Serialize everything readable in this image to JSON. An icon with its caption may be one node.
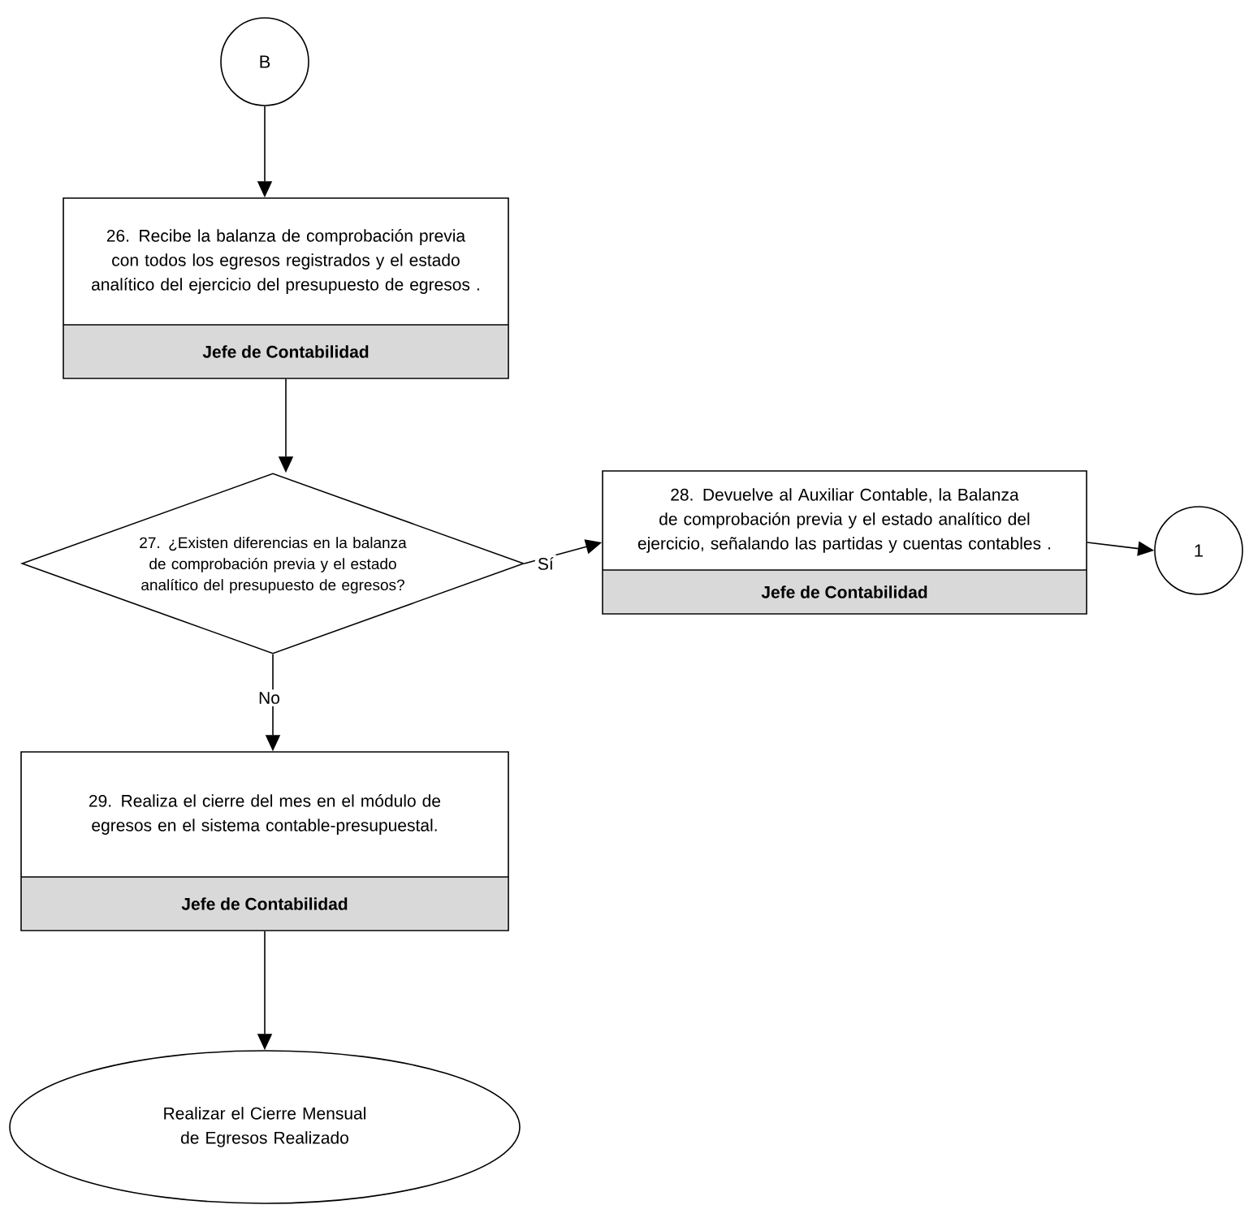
{
  "diagram": {
    "nodes": [
      {
        "text": [
          "B"
        ]
      },
      {
        "text": [
          "26. Recibe la balanza de comprobación previa con todos los egresos registrados y el estado analítico del ejercicio del presupuesto de egresos .",
          "Jefe de Contabilidad"
        ]
      },
      {
        "text": [
          "27. ¿Existen diferencias en la balanza de comprobación previa y el estado analítico del presupuesto de egresos?"
        ]
      },
      {
        "text": [
          "28. Devuelve al Auxiliar Contable, la Balanza de comprobación previa y el estado analítico del ejercicio, señalando las partidas y cuentas contables .",
          "Jefe de Contabilidad"
        ]
      },
      {
        "text": [
          "1"
        ]
      },
      {
        "text": [
          "29. Realiza el cierre del mes en el módulo de egresos en el sistema contable-presupuestal.",
          "Jefe de Contabilidad"
        ]
      },
      {
        "text": [
          "Realizar el Cierre Mensual de Egresos Realizado"
        ]
      }
    ],
    "edges": [
      {
        "from": 0,
        "to": 1,
        "arrow": "to"
      },
      {
        "from": 1,
        "to": 2,
        "arrow": "to"
      },
      {
        "from": 2,
        "to": 3,
        "arrow": "to",
        "label": "Sí"
      },
      {
        "from": 3,
        "to": 4,
        "arrow": "to"
      },
      {
        "from": 2,
        "to": 5,
        "arrow": "to",
        "label": "No"
      },
      {
        "from": 5,
        "to": 6,
        "arrow": "to"
      }
    ]
  }
}
